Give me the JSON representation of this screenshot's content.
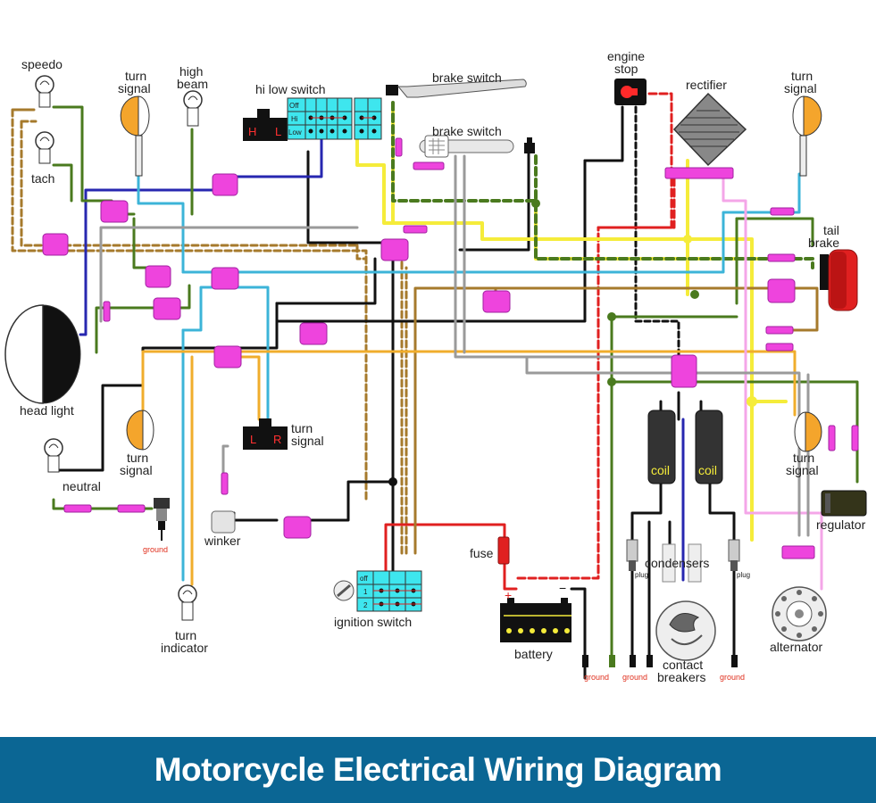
{
  "title": "Motorcycle Electrical Wiring Diagram",
  "labels": {
    "speedo": "speedo",
    "tach": "tach",
    "turn_signal_fl_1": "turn",
    "turn_signal_fl_2": "signal",
    "high_beam_1": "high",
    "high_beam_2": "beam",
    "hi_low_switch": "hi low switch",
    "brake_switch_1": "brake switch",
    "brake_switch_2": "brake switch",
    "engine_stop_1": "engine",
    "engine_stop_2": "stop",
    "rectifier": "rectifier",
    "turn_signal_fr_1": "turn",
    "turn_signal_fr_2": "signal",
    "tail_brake_1": "tail",
    "tail_brake_2": "brake",
    "head_light": "head light",
    "turn_signal_rl_1": "turn",
    "turn_signal_rl_2": "signal",
    "neutral": "neutral",
    "ground_neutral": "ground",
    "turn_signal_sw_1": "turn",
    "turn_signal_sw_2": "signal",
    "winker": "winker",
    "turn_indicator_1": "turn",
    "turn_indicator_2": "indicator",
    "ignition_switch": "ignition switch",
    "fuse": "fuse",
    "battery": "battery",
    "coil_1": "coil",
    "coil_2": "coil",
    "condensers": "condensers",
    "plug_1": "plug",
    "plug_2": "plug",
    "contact_breakers_1": "contact",
    "contact_breakers_2": "breakers",
    "turn_signal_rr_1": "turn",
    "turn_signal_rr_2": "signal",
    "regulator": "regulator",
    "alternator": "alternator",
    "ground_1": "ground",
    "ground_2": "ground",
    "ground_3": "ground"
  },
  "switch": {
    "hi_low": {
      "off": "Off",
      "hi": "Hi",
      "low": "Low",
      "h": "H",
      "l": "L"
    },
    "turn": {
      "l": "L",
      "r": "R"
    },
    "ignition": {
      "off": "off",
      "one": "1",
      "two": "2"
    },
    "battery": {
      "plus": "+",
      "minus": "−"
    }
  },
  "colors": {
    "black": "#111111",
    "yellow": "#f5ec3a",
    "blue": "#2727b0",
    "light_blue": "#3cb4d8",
    "green": "#4a7a1e",
    "brown": "#a67a2c",
    "orange": "#f0ad2c",
    "red": "#e02020",
    "pink": "#f4a6e8",
    "white_grey": "#9a9a9a",
    "connector": "#ee44dd",
    "switch_cyan": "#3ee6ee",
    "banner": "#0b6694"
  }
}
